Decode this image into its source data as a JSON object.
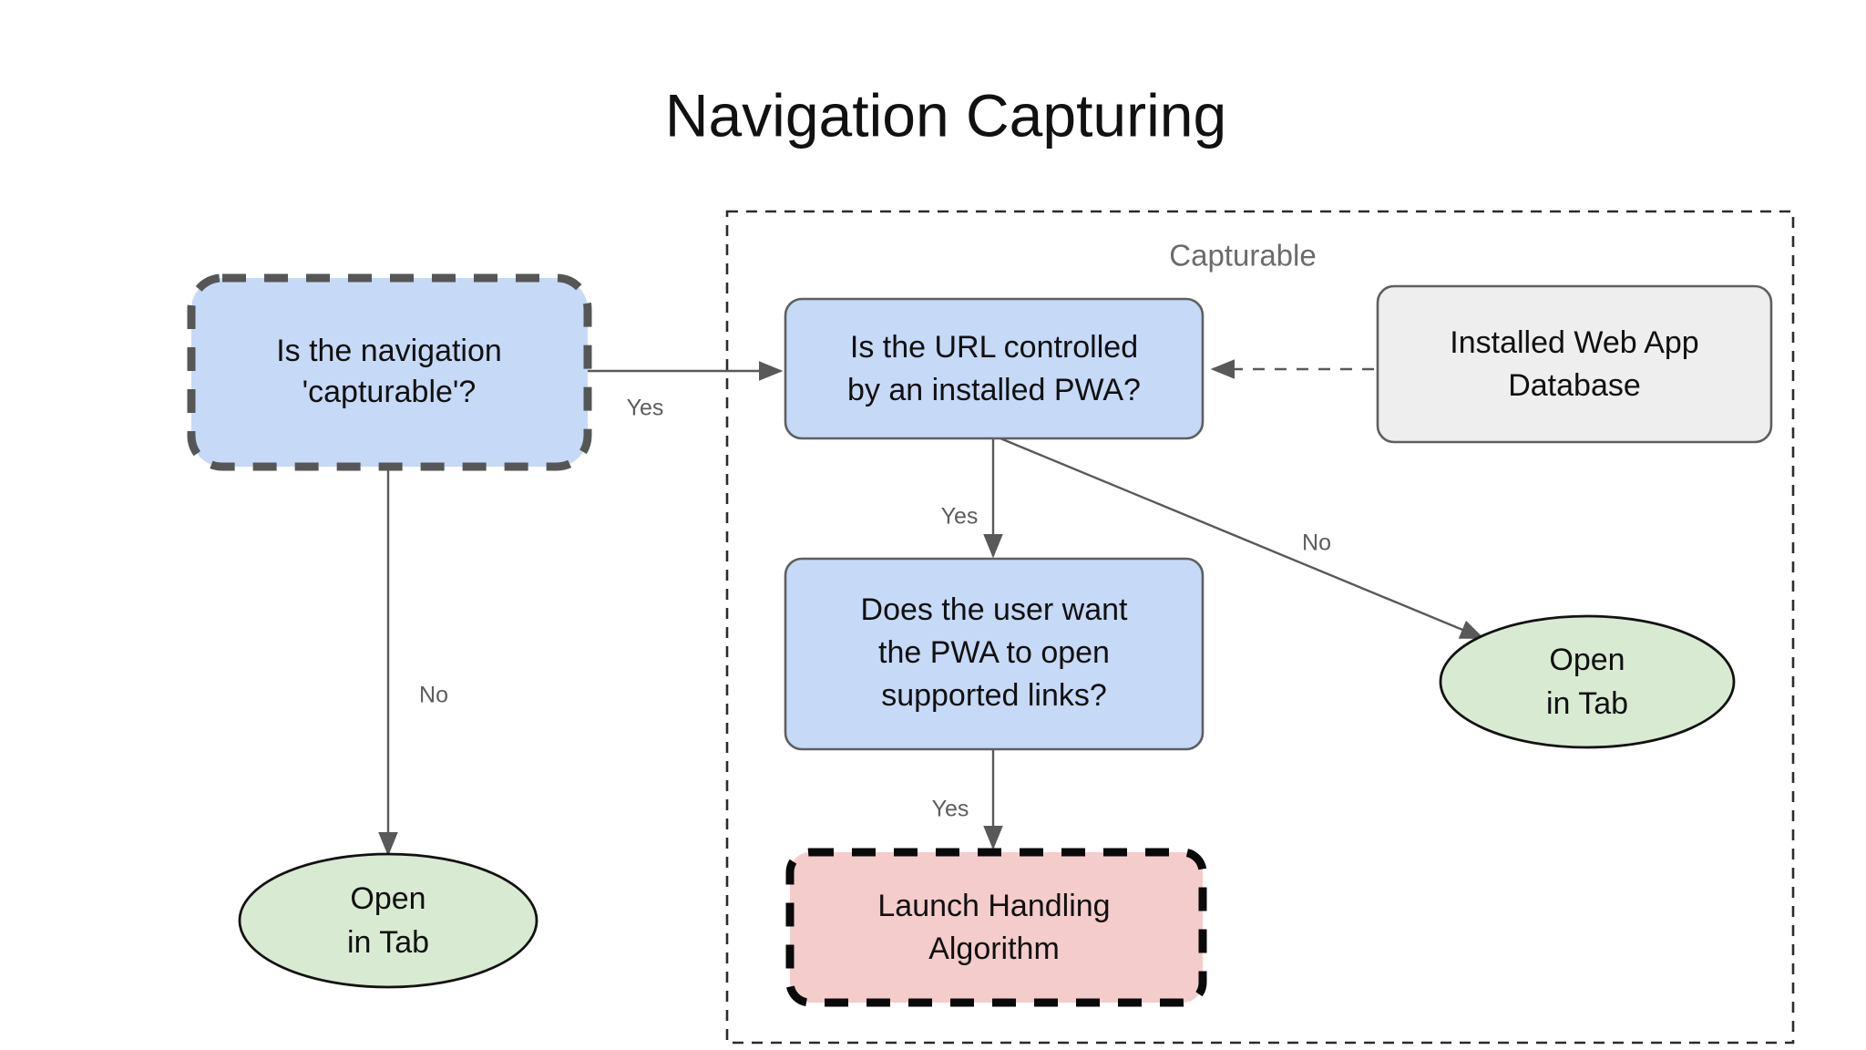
{
  "title": "Navigation Capturing",
  "group": {
    "label": "Capturable"
  },
  "nodes": {
    "capturable_decision": {
      "line1": "Is the navigation",
      "line2": "'capturable'?",
      "fill": "#c6d9f7",
      "border": "#565656",
      "style": "dashed"
    },
    "url_decision": {
      "line1": "Is the URL controlled",
      "line2": "by an installed PWA?",
      "fill": "#c6d9f7",
      "border": "#5f5f5f",
      "style": "solid"
    },
    "database": {
      "line1": "Installed Web App",
      "line2": "Database",
      "fill": "#eeeeee",
      "border": "#5f5f5f",
      "style": "solid"
    },
    "user_want_decision": {
      "line1": "Does the user want",
      "line2": "the PWA to open",
      "line3": "supported links?",
      "fill": "#c6d9f7",
      "border": "#5f5f5f",
      "style": "solid"
    },
    "launch_handling": {
      "line1": "Launch Handling",
      "line2": "Algorithm",
      "fill": "#f4cccc",
      "border": "#0a0a0a",
      "style": "dashed"
    },
    "open_in_tab_left": {
      "line1": "Open",
      "line2": "in Tab",
      "fill": "#d9ead3",
      "border": "#121212",
      "style": "ellipse"
    },
    "open_in_tab_right": {
      "line1": "Open",
      "line2": "in Tab",
      "fill": "#d9ead3",
      "border": "#121212",
      "style": "ellipse"
    }
  },
  "edges": {
    "capturable_to_url": "Yes",
    "capturable_to_tab": "No",
    "url_to_user_want": "Yes",
    "url_to_tab": "No",
    "user_want_to_launch": "Yes"
  },
  "colors": {
    "blue_fill": "#c6d9f7",
    "green_fill": "#d9ead3",
    "pink_fill": "#f4cccc",
    "gray_fill": "#eeeeee",
    "edge_stroke": "#595959",
    "label_gray": "#5d5d5d",
    "background": "#ffffff"
  }
}
